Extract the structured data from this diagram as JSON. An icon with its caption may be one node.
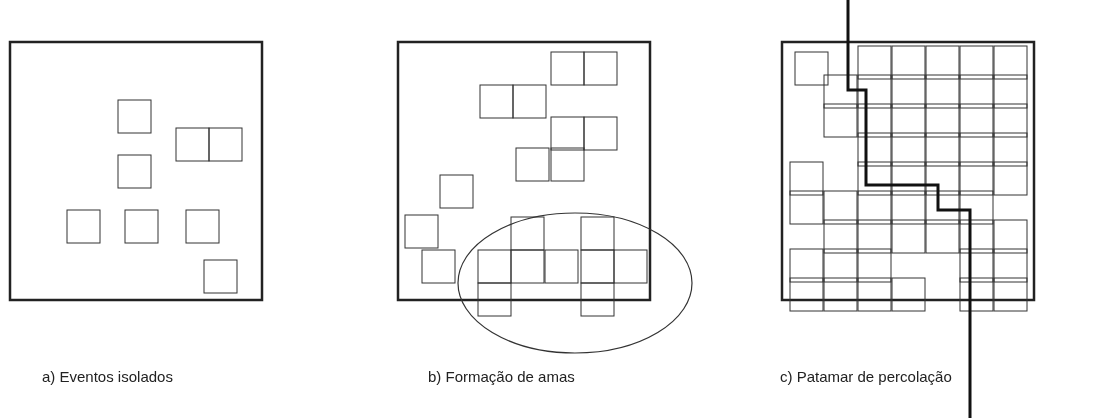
{
  "diagram": {
    "labels": [
      "a) Eventos isolados",
      "b) Formação de amas",
      "c) Patamar de percolação"
    ]
  }
}
